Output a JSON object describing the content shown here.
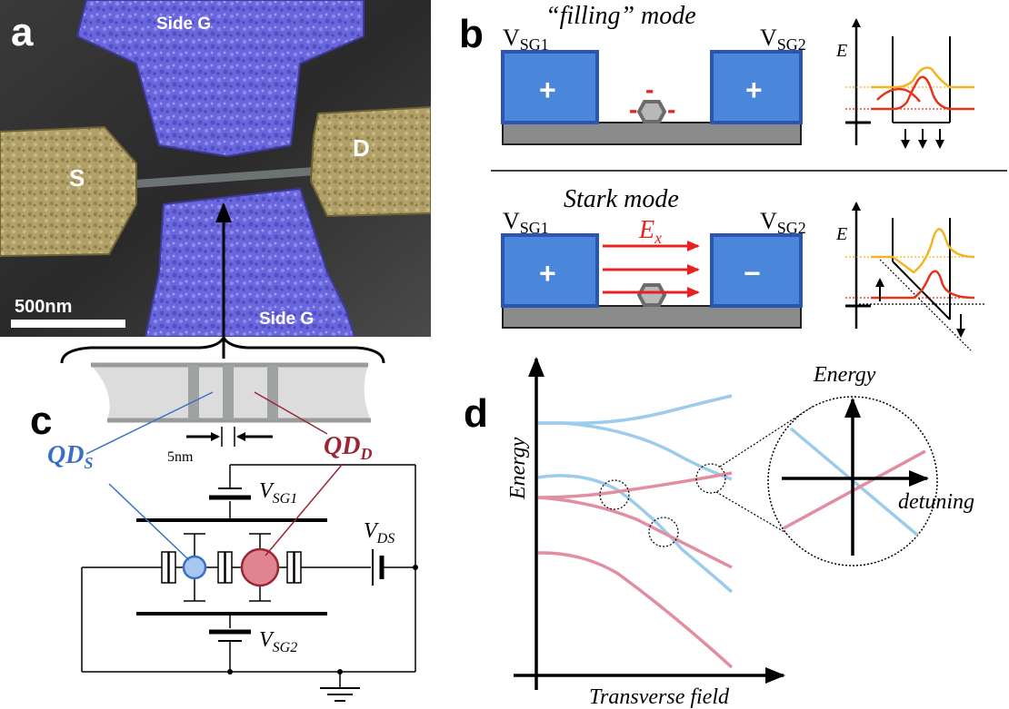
{
  "panels": {
    "a": {
      "label": "a",
      "side_gate_top": "Side G",
      "side_gate_bottom": "Side G",
      "source": "S",
      "drain": "D",
      "scalebar": "500nm"
    },
    "b": {
      "label": "b",
      "filling_title": "“filling” mode",
      "stark_title": "Stark mode",
      "v_left": "V",
      "v_left_sub": "SG1",
      "v_right": "V",
      "v_right_sub": "SG2",
      "plus": "+",
      "minus": "−",
      "charge": "-",
      "field_label": "E",
      "field_sub": "x",
      "energy_axis": "E"
    },
    "c": {
      "label": "c",
      "gap": "5nm",
      "qd_s": "QD",
      "qd_s_sub": "S",
      "qd_d": "QD",
      "qd_d_sub": "D",
      "v_sg1": "V",
      "v_sg1_sub": "SG1",
      "v_sg2": "V",
      "v_sg2_sub": "SG2",
      "v_ds": "V",
      "v_ds_sub": "DS"
    },
    "d": {
      "label": "d",
      "y_axis": "Energy",
      "x_axis": "Transverse field",
      "inset_y": "Energy",
      "inset_x": "detuning"
    }
  },
  "colors": {
    "gate_blue": "#6f6be0",
    "contact_gold": "#b5a46a",
    "box_blue": "#4a86d9",
    "box_edge": "#2a55b0",
    "field_red": "#e82020",
    "curve_blue": "#9ccbec",
    "curve_pink": "#e08ea0",
    "qd_s_color": "#3a6fc4",
    "qd_d_color": "#9a2634",
    "wave_yellow": "#f2b422",
    "wave_red": "#e8321a"
  }
}
